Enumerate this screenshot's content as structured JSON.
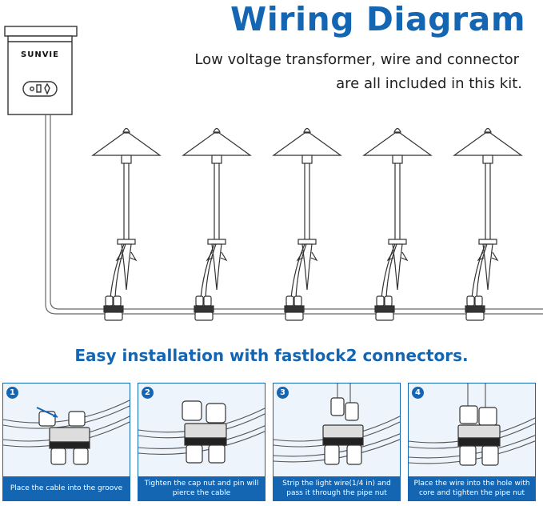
{
  "header": {
    "title": "Wiring Diagram",
    "subtitle_line1": "Low voltage transformer, wire and connector",
    "subtitle_line2": "are all included in this kit."
  },
  "transformer": {
    "brand": "SUNVIE"
  },
  "lights": {
    "count": 5
  },
  "installation": {
    "heading": "Easy installation with fastlock2 connectors.",
    "steps": [
      {
        "number": "1",
        "caption": "Place the cable into the groove"
      },
      {
        "number": "2",
        "caption": "Tighten the cap nut and pin will pierce the cable"
      },
      {
        "number": "3",
        "caption": "Strip the light wire(1/4 in) and pass it through the pipe nut"
      },
      {
        "number": "4",
        "caption": "Place the wire into the hole with core and tighten the pipe nut"
      }
    ]
  },
  "colors": {
    "accent": "#1466b3",
    "line": "#444444",
    "panel": "#eef4fb"
  }
}
